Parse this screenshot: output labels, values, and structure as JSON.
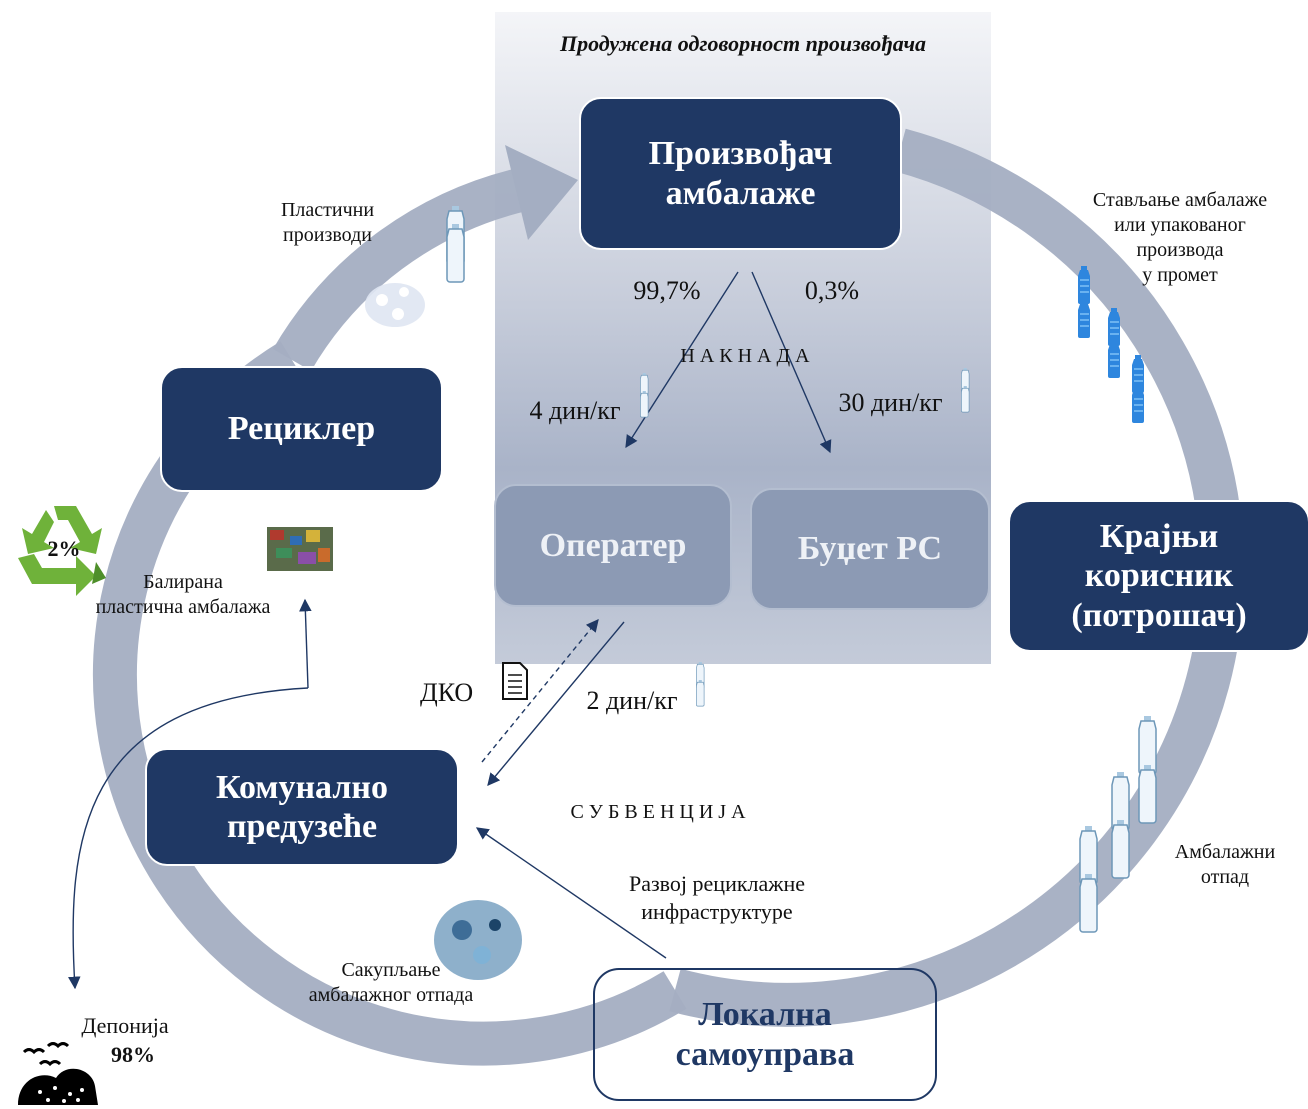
{
  "title": "Продужена одговорност произвођача",
  "nodes": {
    "producer": "Произвођач\nамбалаже",
    "recycler": "Рециклер",
    "operator": "Оператер",
    "budget": "Буџет РС",
    "end_user": "Крајњи\nкорисник\n(потрошач)",
    "utility": "Комунално\nпредузеће",
    "local_gov": "Локална\nсамоуправа"
  },
  "labels": {
    "plastic_products": "Пластични\nпроизводи",
    "placing_on_market": "Стављање амбалаже\nили упакованог\nпроизвода\nу промет",
    "packaging_waste": "Амбалажни\nотпад",
    "collection": "Сакупљање\nамбалажног отпада",
    "baled_packaging": "Балирана\nпластична амбалажа",
    "recycling_dev": "Развој рециклажне\nинфраструктуре",
    "fee": "Н А К Н А Д А",
    "subsidy": "С У Б В Е Н Ц И Ј А",
    "dko": "ДКО",
    "landfill": "Депонија"
  },
  "values": {
    "share_operator": "99,7%",
    "share_budget": "0,3%",
    "fee_operator": "4 дин/кг",
    "fee_budget": "30 дин/кг",
    "utility_payment": "2 дин/кг",
    "recycled_pct": "2%",
    "landfill_pct": "98%"
  },
  "colors": {
    "dark_box": "#1f3864",
    "grey_box": "#8c9ab4",
    "cycle_ring": "#a4aec2",
    "arrow": "#1f3864",
    "recycle_green": "#6fb23a",
    "bottle_blue": "#2e86de"
  },
  "icons": [
    "recycle-icon",
    "bottle-icon",
    "document-icon",
    "landfill-icon"
  ]
}
